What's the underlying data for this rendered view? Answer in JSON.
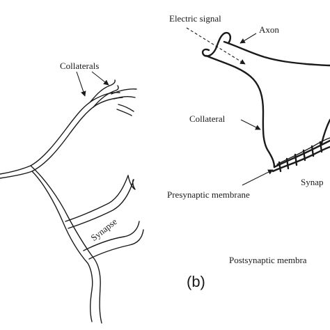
{
  "labels": {
    "electric_signal": "Electric signal",
    "axon": "Axon",
    "collaterals": "Collaterals",
    "collateral": "Collateral",
    "presynaptic_membrane": "Presynaptic membrane",
    "synapse_left": "Synapse",
    "synapse_right": "Synap",
    "postsynaptic_membrane": "Postsynaptic membra",
    "panel_b": "(b)"
  },
  "colors": {
    "ink": "#1a1a1a",
    "background": "#ffffff"
  }
}
